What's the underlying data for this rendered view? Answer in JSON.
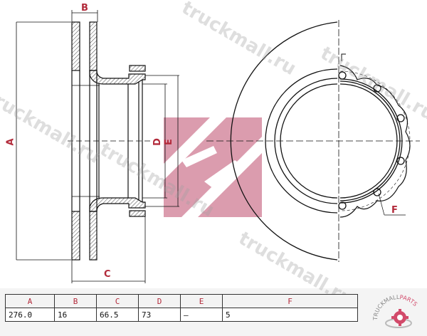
{
  "drawing": {
    "title": "Brake disc technical drawing",
    "dimension_labels": {
      "A": "A",
      "B": "B",
      "C": "C",
      "D": "D",
      "E": "E",
      "F": "F",
      "section_mark": "Г"
    },
    "watermark_text": "truckmall.ru",
    "colors": {
      "label_red": "#b22a3a",
      "logo_pink": "#d24a6a",
      "line": "#111111"
    }
  },
  "specs_table": {
    "headers": [
      "A",
      "B",
      "C",
      "D",
      "E",
      "F"
    ],
    "rows": [
      [
        "276.0",
        "16",
        "66.5",
        "73",
        "–",
        "5"
      ]
    ]
  },
  "logo": {
    "text": "TRUCKMALLPARTS",
    "text_dark": "TRUCKMALL",
    "text_accent": "PARTS",
    "icon": "gear-icon"
  }
}
